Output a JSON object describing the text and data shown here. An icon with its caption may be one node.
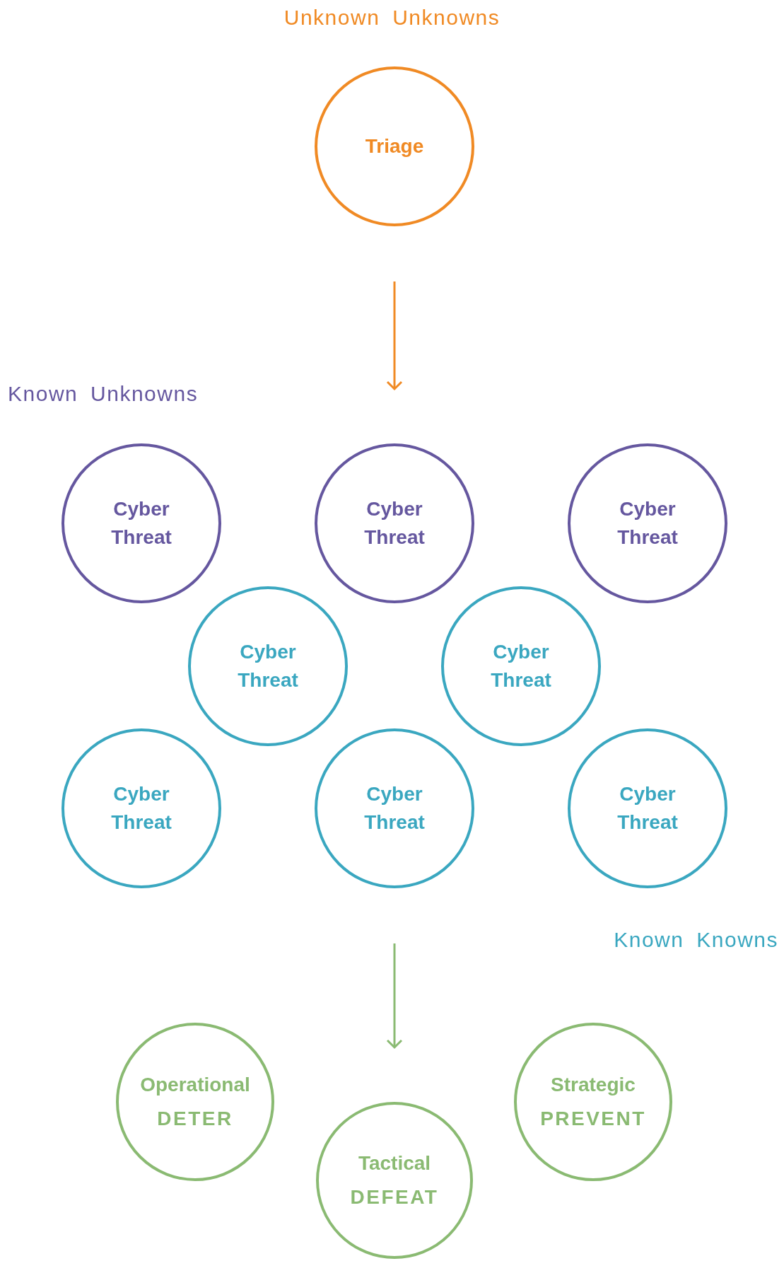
{
  "diagram": {
    "nodes": [
      {
        "text": [
          "Triage"
        ]
      },
      {
        "text": [
          "Cyber Threat"
        ]
      },
      {
        "text": [
          "Cyber Threat"
        ]
      },
      {
        "text": [
          "Cyber Threat"
        ]
      },
      {
        "text": [
          "Cyber Threat"
        ]
      },
      {
        "text": [
          "Cyber Threat"
        ]
      },
      {
        "text": [
          "Cyber Threat"
        ]
      },
      {
        "text": [
          "Cyber Threat"
        ]
      },
      {
        "text": [
          "Cyber Threat"
        ]
      },
      {
        "text": [
          "Operational",
          "DETER"
        ]
      },
      {
        "text": [
          "Tactical",
          "DEFEAT"
        ]
      },
      {
        "text": [
          "Strategic",
          "PREVENT"
        ]
      }
    ],
    "edges": [
      {
        "from": 0,
        "to": 2,
        "arrow": "to",
        "color": "#f08a24"
      },
      {
        "from": 7,
        "to": 10,
        "arrow": "to",
        "color": "#8aba72"
      }
    ],
    "labels": [
      "Unknown Unknowns",
      "Known Unknowns",
      "Known Knowns"
    ]
  }
}
